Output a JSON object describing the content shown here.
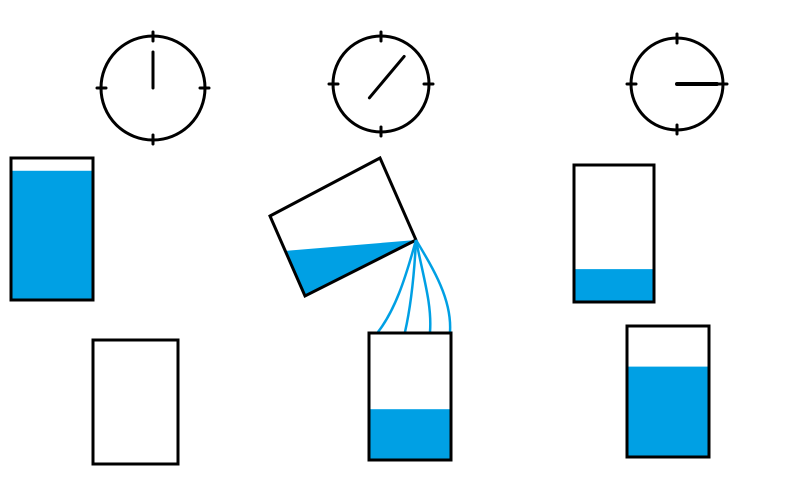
{
  "colors": {
    "water": "#00a0e4",
    "outline": "#000000",
    "background": "#ffffff"
  },
  "clocks": [
    {
      "id": "start",
      "hand_angle_deg": 0
    },
    {
      "id": "middle",
      "hand_angle_deg": 40
    },
    {
      "id": "end",
      "hand_angle_deg": 90
    }
  ],
  "containers": {
    "start_top": {
      "fill_fraction": 0.91
    },
    "start_bottom": {
      "fill_fraction": 0
    },
    "middle_tilted": {
      "tilt_deg": -25
    },
    "middle_bottom": {
      "fill_fraction": 0.4
    },
    "end_top": {
      "fill_fraction": 0.24
    },
    "end_bottom": {
      "fill_fraction": 0.69
    }
  }
}
